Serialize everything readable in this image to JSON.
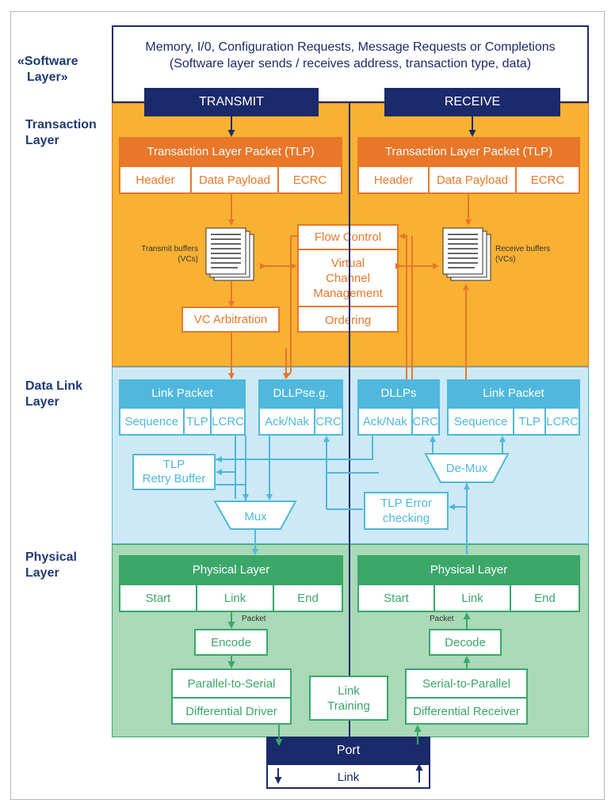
{
  "side_labels": {
    "software": [
      "«Software",
      "Layer»"
    ],
    "transaction": [
      "Transaction",
      "Layer"
    ],
    "datalink": [
      "Data Link",
      "Layer"
    ],
    "physical": [
      "Physical",
      "Layer"
    ]
  },
  "software": {
    "line1": "Memory, I/0, Configuration Requests, Message Requests or Completions",
    "line2": "(Software layer sends / receives address, transaction type, data)"
  },
  "transmit_label": "TRANSMIT",
  "receive_label": "RECEIVE",
  "tlp": {
    "title": "Transaction Layer Packet (TLP)",
    "fields": [
      "Header",
      "Data Payload",
      "ECRC"
    ]
  },
  "transmit_buffers": [
    "Transmit buffers",
    "(VCs)"
  ],
  "receive_buffers": [
    "Receive buffers",
    "(VCs)"
  ],
  "center": {
    "flow_control": "Flow Control",
    "vc_mgmt": [
      "Virtual",
      "Channel",
      "Management"
    ],
    "ordering": "Ordering"
  },
  "vc_arbitration": "VC Arbitration",
  "link_packet": {
    "title": "Link Packet",
    "fields": [
      "Sequence",
      "TLP",
      "LCRC"
    ]
  },
  "dllp_tx": {
    "title": "DLLPse.g.",
    "fields": [
      "Ack/Nak",
      "CRC"
    ]
  },
  "dllp_rx": {
    "title": "DLLPs",
    "fields": [
      "Ack/Nak",
      "CRC"
    ]
  },
  "retry_buffer": [
    "TLP",
    "Retry Buffer"
  ],
  "mux": "Mux",
  "demux": "De-Mux",
  "tlp_error": [
    "TLP Error",
    "checking"
  ],
  "phys": {
    "title": "Physical Layer",
    "fields": [
      "Start",
      "Link",
      "End"
    ]
  },
  "packet_label": "Packet",
  "encode": "Encode",
  "decode": "Decode",
  "p2s": "Parallel-to-Serial",
  "diff_driver": "Differential Driver",
  "s2p": "Serial-to-Parallel",
  "diff_receiver": "Differential Receiver",
  "link_training": [
    "Link",
    "Training"
  ],
  "port": "Port",
  "link": "Link",
  "colors": {
    "navy": "#1b2a6b",
    "transaction_bg": "#f8b133",
    "orange": "#e8772a",
    "datalink_bg": "#cde9f6",
    "blue": "#4fb8dc",
    "physical_bg": "#a9d9b7",
    "green": "#3ba769"
  }
}
